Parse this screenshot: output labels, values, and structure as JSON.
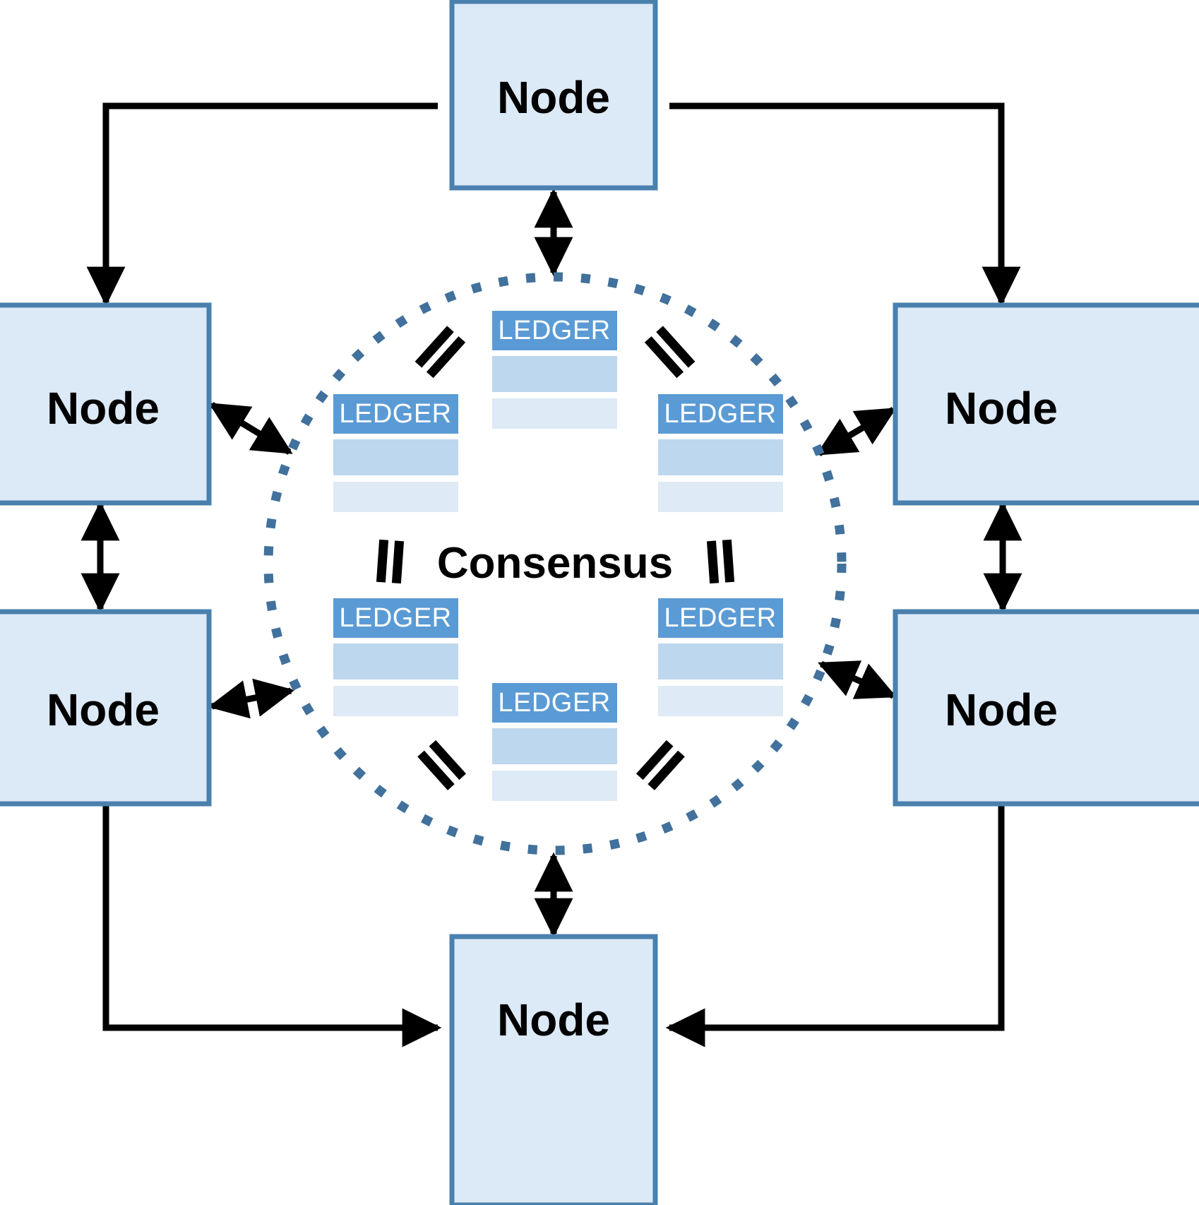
{
  "diagram": {
    "title_text_present": false,
    "center_label": "Consensus",
    "ledger_label": "LEDGER",
    "equals_symbol": "=",
    "colors": {
      "node_fill": "#dce9f6",
      "node_border": "#4a80ae",
      "ledger_header_fill": "#5b9bd5",
      "ledger_row_mid_fill": "#bdd7ee",
      "ledger_row_light_fill": "#deeaf6",
      "circle_dotted": "#41719c",
      "arrow": "#000000",
      "text": "#000000",
      "background": "#ffffff"
    }
  },
  "nodes": [
    {
      "id": "node-top",
      "label": "Node"
    },
    {
      "id": "node-left-upper",
      "label": "Node"
    },
    {
      "id": "node-left-lower",
      "label": "Node"
    },
    {
      "id": "node-right-upper",
      "label": "Node"
    },
    {
      "id": "node-right-lower",
      "label": "Node"
    },
    {
      "id": "node-bottom",
      "label": "Node"
    }
  ],
  "ledgers": [
    {
      "id": "ledger-top",
      "label": "LEDGER"
    },
    {
      "id": "ledger-left-upper",
      "label": "LEDGER"
    },
    {
      "id": "ledger-right-upper",
      "label": "LEDGER"
    },
    {
      "id": "ledger-left-lower",
      "label": "LEDGER"
    },
    {
      "id": "ledger-right-lower",
      "label": "LEDGER"
    },
    {
      "id": "ledger-bottom",
      "label": "LEDGER"
    }
  ],
  "equals_marks": [
    {
      "id": "equals-top-left"
    },
    {
      "id": "equals-top-right"
    },
    {
      "id": "equals-mid-left"
    },
    {
      "id": "equals-mid-right"
    },
    {
      "id": "equals-bottom-left"
    },
    {
      "id": "equals-bottom-right"
    }
  ]
}
